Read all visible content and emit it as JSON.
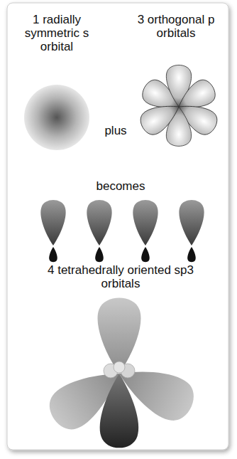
{
  "diagram": {
    "labels": [
      "1 radially symmetric s orbital",
      "3 orthogonal p orbitals",
      "plus",
      "becomes",
      "4 tetrahedrally oriented sp3 orbitals"
    ]
  }
}
